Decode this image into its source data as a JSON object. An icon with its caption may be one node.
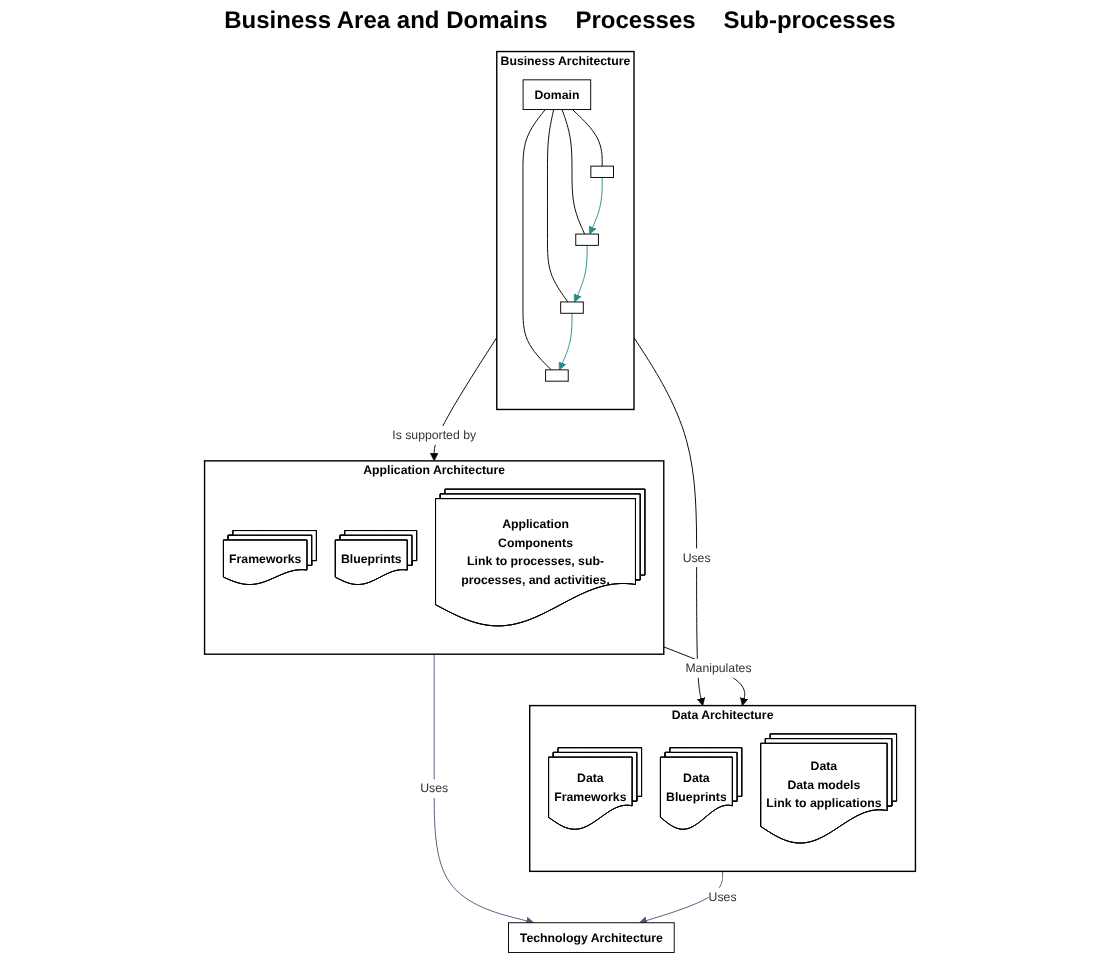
{
  "diagram": {
    "nodes": [
      {
        "text": [
          "Business Architecture"
        ]
      },
      {
        "text": [
          "Domain"
        ],
        "in": 0
      },
      {
        "text": [],
        "shape": "box",
        "in": 0
      },
      {
        "text": [],
        "shape": "box",
        "in": 0
      },
      {
        "text": [],
        "shape": "box",
        "in": 0
      },
      {
        "text": [],
        "shape": "box",
        "in": 0
      },
      {
        "text": [
          "Application Architecture"
        ]
      },
      {
        "text": [
          "Frameworks"
        ],
        "in": 6
      },
      {
        "text": [
          "Blueprints"
        ],
        "in": 6
      },
      {
        "text": [
          "Application",
          "Components",
          "Link to processes, sub-processes, and activities."
        ],
        "in": 6
      },
      {
        "text": [
          "Data Architecture"
        ]
      },
      {
        "text": [
          "Data",
          "Frameworks"
        ],
        "in": 10
      },
      {
        "text": [
          "Data",
          "Blueprints"
        ],
        "in": 10
      },
      {
        "text": [
          "Data",
          "Data models",
          "Link to applications"
        ],
        "in": 10
      },
      {
        "text": [
          "Technology Architecture"
        ]
      }
    ],
    "edges": [
      {
        "from": 1,
        "to": 2,
        "arrow": "none"
      },
      {
        "from": 1,
        "to": 3,
        "arrow": "none"
      },
      {
        "from": 1,
        "to": 4,
        "arrow": "none"
      },
      {
        "from": 1,
        "to": 5,
        "arrow": "none"
      },
      {
        "from": 2,
        "to": 3,
        "arrow": "to",
        "color": "#2a8a8a"
      },
      {
        "from": 3,
        "to": 4,
        "arrow": "to",
        "color": "#2a8a8a"
      },
      {
        "from": 4,
        "to": 5,
        "arrow": "to",
        "color": "#2a8a8a"
      },
      {
        "from": 0,
        "to": 6,
        "arrow": "to",
        "label": "Is supported by"
      },
      {
        "from": 0,
        "to": 10,
        "arrow": "to",
        "label": "Uses"
      },
      {
        "from": 6,
        "to": 10,
        "arrow": "to",
        "label": "Manipulates"
      },
      {
        "from": 6,
        "to": 14,
        "arrow": "to",
        "label": "Uses",
        "color": "#55557a"
      },
      {
        "from": 10,
        "to": 14,
        "arrow": "to",
        "label": "Uses",
        "color": "#55557a"
      }
    ],
    "labels": [
      "Business Area and Domains",
      "Processes",
      "Sub-processes"
    ]
  }
}
